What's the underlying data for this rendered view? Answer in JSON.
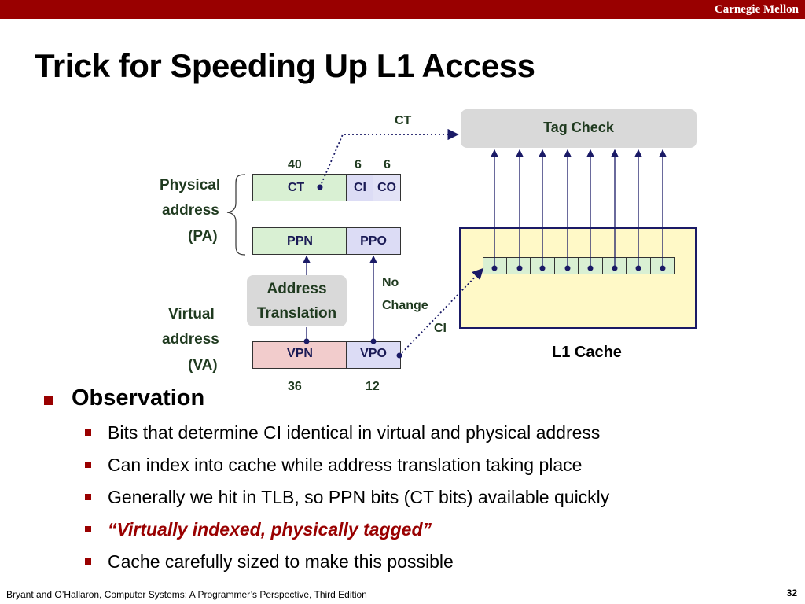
{
  "header": {
    "brand": "Carnegie Mellon",
    "title": "Trick for Speeding Up L1 Access"
  },
  "diagram": {
    "physical_label": [
      "Physical",
      "address",
      "(PA)"
    ],
    "virtual_label": [
      "Virtual",
      "address",
      "(VA)"
    ],
    "pa_widths": {
      "ct": "40",
      "ci": "6",
      "co": "6"
    },
    "pa_fields": {
      "ct": "CT",
      "ci": "CI",
      "co": "CO"
    },
    "ppn_fields": {
      "ppn": "PPN",
      "ppo": "PPO"
    },
    "va_fields": {
      "vpn": "VPN",
      "vpo": "VPO"
    },
    "va_widths": {
      "vpn": "36",
      "vpo": "12"
    },
    "translation": [
      "Address",
      "Translation"
    ],
    "no_change": [
      "No",
      "Change"
    ],
    "ct_arrow_label": "CT",
    "ci_arrow_label": "CI",
    "tag_check": "Tag Check",
    "cache_label": "L1 Cache",
    "colors": {
      "accent": "#990000",
      "arrow": "#1a1a66",
      "ct_field": "#d9f0d3",
      "vpn_field": "#f2cccc",
      "offset_field": "#dcdcf5",
      "cache_fill": "#fff9c7",
      "gray_box": "#d9d9d9"
    }
  },
  "observation": {
    "heading": "Observation",
    "bullets": [
      "Bits that determine CI identical in virtual and physical address",
      "Can index into cache while address translation taking place",
      "Generally we hit in TLB, so PPN bits (CT bits) available quickly",
      "“Virtually indexed, physically tagged”",
      "Cache carefully sized to make this possible"
    ]
  },
  "footer": {
    "citation": "Bryant and O’Hallaron, Computer Systems: A Programmer’s Perspective, Third Edition",
    "page": "32"
  }
}
